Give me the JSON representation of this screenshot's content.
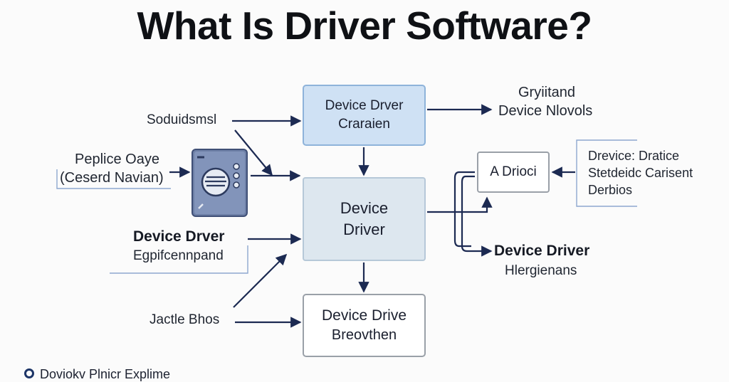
{
  "title": "What Is Driver Software?",
  "labels": {
    "top_left": "Soduidsmsl",
    "left_line1": "Peplice Oaye",
    "left_line2": "(Ceserd Navian)",
    "mid_left_line1": "Device Drver",
    "mid_left_line2": "Egpifcennpand",
    "bottom_left": "Jactle Bhos",
    "top_right_line1": "Gryiitand",
    "top_right_line2": "Device Nlovols",
    "right_bracket_line1": "Drevice: Dratice",
    "right_bracket_line2": "Stetdeidc Carisent",
    "right_bracket_line3": "Derbios",
    "right_lower_line1": "Device Driver",
    "right_lower_line2": "Hlergienans"
  },
  "boxes": {
    "blue_line1": "Device Drver",
    "blue_line2": "Craraien",
    "main_line1": "Device",
    "main_line2": "Driver",
    "bottom_line1": "Device Drive",
    "bottom_line2": "Breovthen",
    "small_label": "A Drioci"
  },
  "footer": "Doviokv Plnicr Explime",
  "colors": {
    "arrow": "#1c2a52",
    "box_blue_fill": "#cfe1f4",
    "box_main_fill": "#dde7ef",
    "device_icon": "#6d7fa6"
  },
  "icons": [
    "device-window-icon"
  ]
}
